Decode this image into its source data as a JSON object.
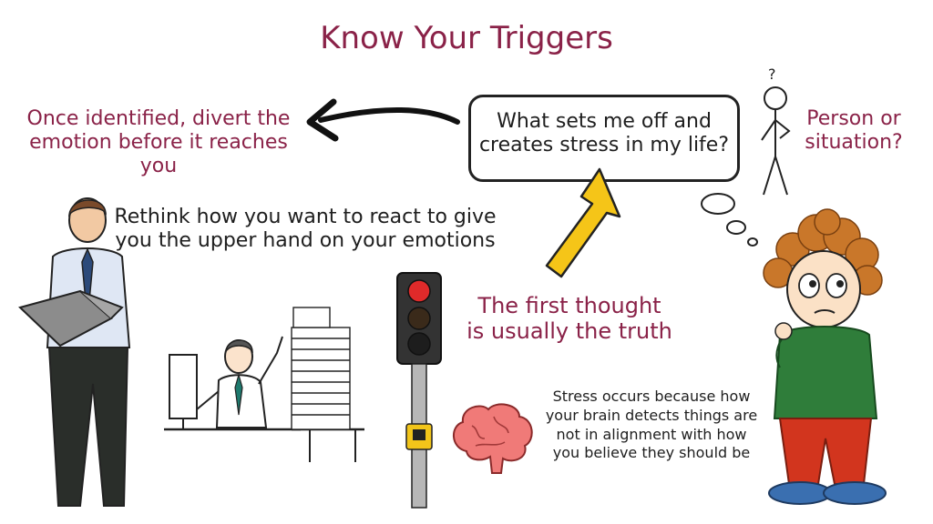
{
  "title": "Know Your Triggers",
  "divert": {
    "line1": "Once identified, divert the",
    "line2": "emotion before it reaches you"
  },
  "bubble": {
    "line1": "What sets me off and",
    "line2": "creates stress in my life?"
  },
  "person": {
    "line1": "Person or",
    "line2": "situation?",
    "question_mark": "?"
  },
  "rethink": {
    "line1": "Rethink how you want to react to give",
    "line2": "you the upper hand on your emotions"
  },
  "first_thought": {
    "line1": "The first thought",
    "line2": "is usually the truth"
  },
  "stress": {
    "line1": "Stress occurs because how",
    "line2": "your brain detects things are",
    "line3": "not in alignment with how",
    "line4": "you believe they should be"
  },
  "colors": {
    "maroon": "#8a2248",
    "ink": "#1e1e1e",
    "arrow_yellow": "#f5c518",
    "brain": "#f07a78",
    "traffic_red": "#e02a2a"
  },
  "icons": [
    "black-arrow-left",
    "yellow-arrow-up",
    "stick-figure",
    "thought-bubbles",
    "traffic-light",
    "brain",
    "businessman-reading",
    "office-worker-paperwork",
    "curly-haired-thinker"
  ]
}
